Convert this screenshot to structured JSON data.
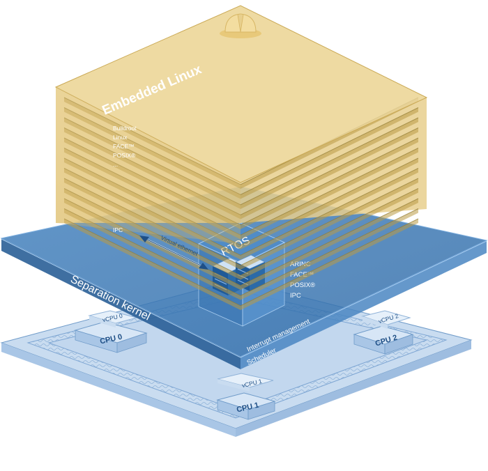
{
  "embedded_linux": {
    "title": "Embedded Linux",
    "items": [
      "Buildroot",
      "Linux",
      "FACE™",
      "POSIX®",
      "...",
      "IPC"
    ]
  },
  "rtos": {
    "title": "RTOS",
    "items": [
      "ARINC",
      "FACE™",
      "POSIX®",
      "IPC"
    ]
  },
  "virtual_ethernet": "Virtual ethernet",
  "separation_kernel": {
    "title": "Separation kernel",
    "interrupt": "Interrupt management",
    "scheduler": "Scheduler"
  },
  "vcpus": [
    "vCPU 0",
    "vCPU 1",
    "vCPU 2"
  ],
  "cpus": [
    "CPU 0",
    "CPU 1",
    "CPU 2"
  ],
  "colors": {
    "linux_layer": "#d6b15a",
    "linux_edge": "#7a6a2e",
    "kernel_blue": "#3d7ab6",
    "chip_blue": "#b9d0ea",
    "hardhat": "#f0d89a"
  },
  "icons": [
    "hardhat-icon",
    "rtos-stack-icon",
    "bidirectional-arrow-icon"
  ]
}
